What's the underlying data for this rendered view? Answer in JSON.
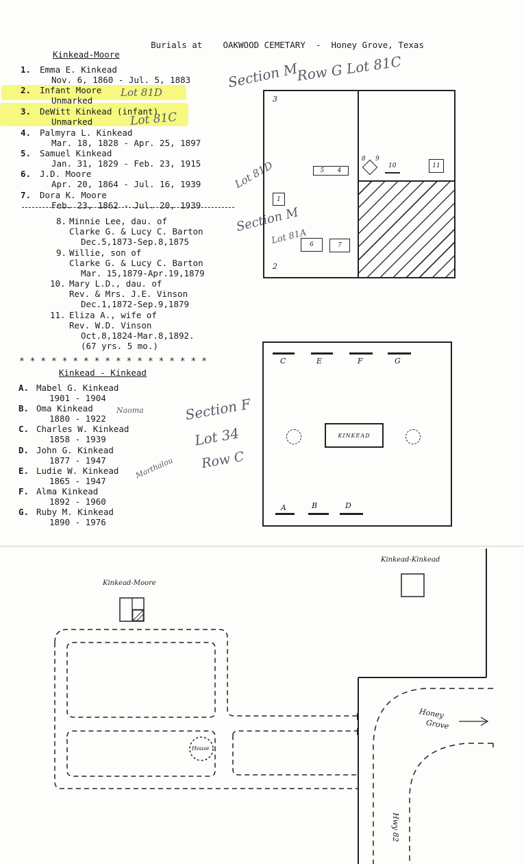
{
  "header": {
    "title_prefix": "Burials at",
    "title_main": "OAKWOOD CEMETARY",
    "dash": "-",
    "title_location": "Honey Grove, Texas"
  },
  "moore": {
    "heading": "Kinkead-Moore",
    "entries": [
      {
        "num": "1.",
        "name": "Emma E. Kinkead",
        "dates": "Nov. 6, 1860 - Jul. 5, 1883"
      },
      {
        "num": "2.",
        "name": "Infant Moore",
        "dates": "Unmarked"
      },
      {
        "num": "3.",
        "name": "DeWitt Kinkead (infant)",
        "dates": "Unmarked"
      },
      {
        "num": "4.",
        "name": "Palmyra L. Kinkead",
        "dates": "Mar. 18, 1828 - Apr. 25, 1897"
      },
      {
        "num": "5.",
        "name": "Samuel Kinkead",
        "dates": "Jan. 31, 1829 - Feb. 23, 1915"
      },
      {
        "num": "6.",
        "name": "J.D. Moore",
        "dates": "Apr. 20, 1864 - Jul. 16, 1939"
      },
      {
        "num": "7.",
        "name": "Dora K. Moore",
        "dates": "Feb. 23, 1862 - Jul. 20, 1939"
      }
    ],
    "extra": [
      {
        "num": "8.",
        "l1": "Minnie Lee, dau. of",
        "l2": "Clarke G. & Lucy C. Barton",
        "l3": "Dec.5,1873-Sep.8,1875"
      },
      {
        "num": "9.",
        "l1": "Willie, son of",
        "l2": "Clarke G. & Lucy C. Barton",
        "l3": "Mar. 15,1879-Apr.19,1879"
      },
      {
        "num": "10.",
        "l1": "Mary L.D., dau. of",
        "l2": "Rev. & Mrs. J.E. Vinson",
        "l3": "Dec.1,1872-Sep.9,1879"
      },
      {
        "num": "11.",
        "l1": "Eliza A., wife of",
        "l2": "Rev. W.D. Vinson",
        "l3": "Oct.8,1824-Mar.8,1892.",
        "l4": "(67 yrs. 5 mo.)"
      }
    ]
  },
  "stars": "* * * * * * * * * * * * * * * * * *",
  "kinkead": {
    "heading": "Kinkead - Kinkead",
    "entries": [
      {
        "num": "A.",
        "name": "Mabel G. Kinkead",
        "dates": "1901 - 1904"
      },
      {
        "num": "B.",
        "name": "Oma Kinkead",
        "dates": "1880 - 1922"
      },
      {
        "num": "C.",
        "name": "Charles W. Kinkead",
        "dates": "1858 - 1939"
      },
      {
        "num": "D.",
        "name": "John G. Kinkead",
        "dates": "1877 - 1947"
      },
      {
        "num": "E.",
        "name": "Ludie W. Kinkead",
        "dates": "1865 - 1947"
      },
      {
        "num": "F.",
        "name": "Alma Kinkead",
        "dates": "1892 - 1960"
      },
      {
        "num": "G.",
        "name": "Ruby M. Kinkead",
        "dates": "1890 - 1976"
      }
    ]
  },
  "handwritten": {
    "section_m": "Section M",
    "row_lot": "Row G Lot 81C",
    "lot_81d": "Lot 81D",
    "lot_81c": "Lot 81C",
    "lot_81d_b": "Lot 81D",
    "section_m_b": "Section M",
    "lot_81a": "Lot 81A",
    "naoma": "Naoma",
    "marthalou": "Marthalou",
    "section_f": "Section F",
    "lot_34": "Lot 34",
    "row_c": "Row C"
  },
  "plot1": {
    "corner_3": "3",
    "corner_2": "2",
    "m1": "1",
    "m5": "5",
    "m4": "4",
    "m6": "6",
    "m7": "7",
    "m8": "8",
    "m9": "9",
    "m10": "10",
    "m11": "11"
  },
  "plot2": {
    "c": "C",
    "e": "E",
    "f": "F",
    "g": "G",
    "a": "A",
    "b": "B",
    "d": "D",
    "monument": "KINKEAD"
  },
  "map": {
    "kinkead_moore": "Kinkead-Moore",
    "kinkead_kinkead": "Kinkead-Kinkead",
    "honey": "Honey",
    "grove": "Grove",
    "house": "House",
    "road": "Hwy 82"
  }
}
